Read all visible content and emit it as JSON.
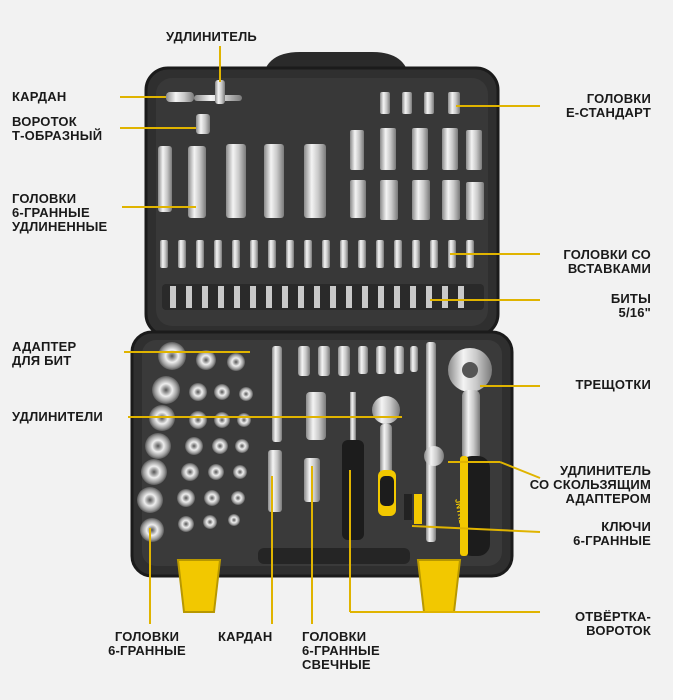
{
  "brand": "JNTRD",
  "colors": {
    "accent": "#f2c800",
    "case": "#2d2d2d",
    "line": "#e0b400",
    "chrome": "#cfcfcf",
    "handle": "#1c1c1c"
  },
  "callouts": {
    "udlinitel": "УДЛИНИТЕЛЬ",
    "kardan_top": "КАРДАН",
    "vorotok": "ВОРОТОК\nТ-ОБРАЗНЫЙ",
    "golovki_ext": "ГОЛОВКИ\n6-ГРАННЫЕ\nУДЛИНЕННЫЕ",
    "golovki_e": "ГОЛОВКИ\nЕ-СТАНДАРТ",
    "golovki_vstavki": "ГОЛОВКИ СО\nВСТАВКАМИ",
    "bity": "БИТЫ\n5/16\"",
    "adapter": "АДАПТЕР\nДЛЯ БИТ",
    "udliniteli": "УДЛИНИТЕЛИ",
    "treshchotki": "ТРЕЩОТКИ",
    "udlinitel_slide": "УДЛИНИТЕЛЬ\nСО СКОЛЬЗЯЩИМ\nАДАПТЕРОМ",
    "klyuchi": "КЛЮЧИ\n6-ГРАННЫЕ",
    "otvertka": "ОТВЁРТКА-\nВОРОТОК",
    "golovki_6": "ГОЛОВКИ\n6-ГРАННЫЕ",
    "kardan_bottom": "КАРДАН",
    "golovki_svech": "ГОЛОВКИ\n6-ГРАННЫЕ\nСВЕЧНЫЕ"
  }
}
